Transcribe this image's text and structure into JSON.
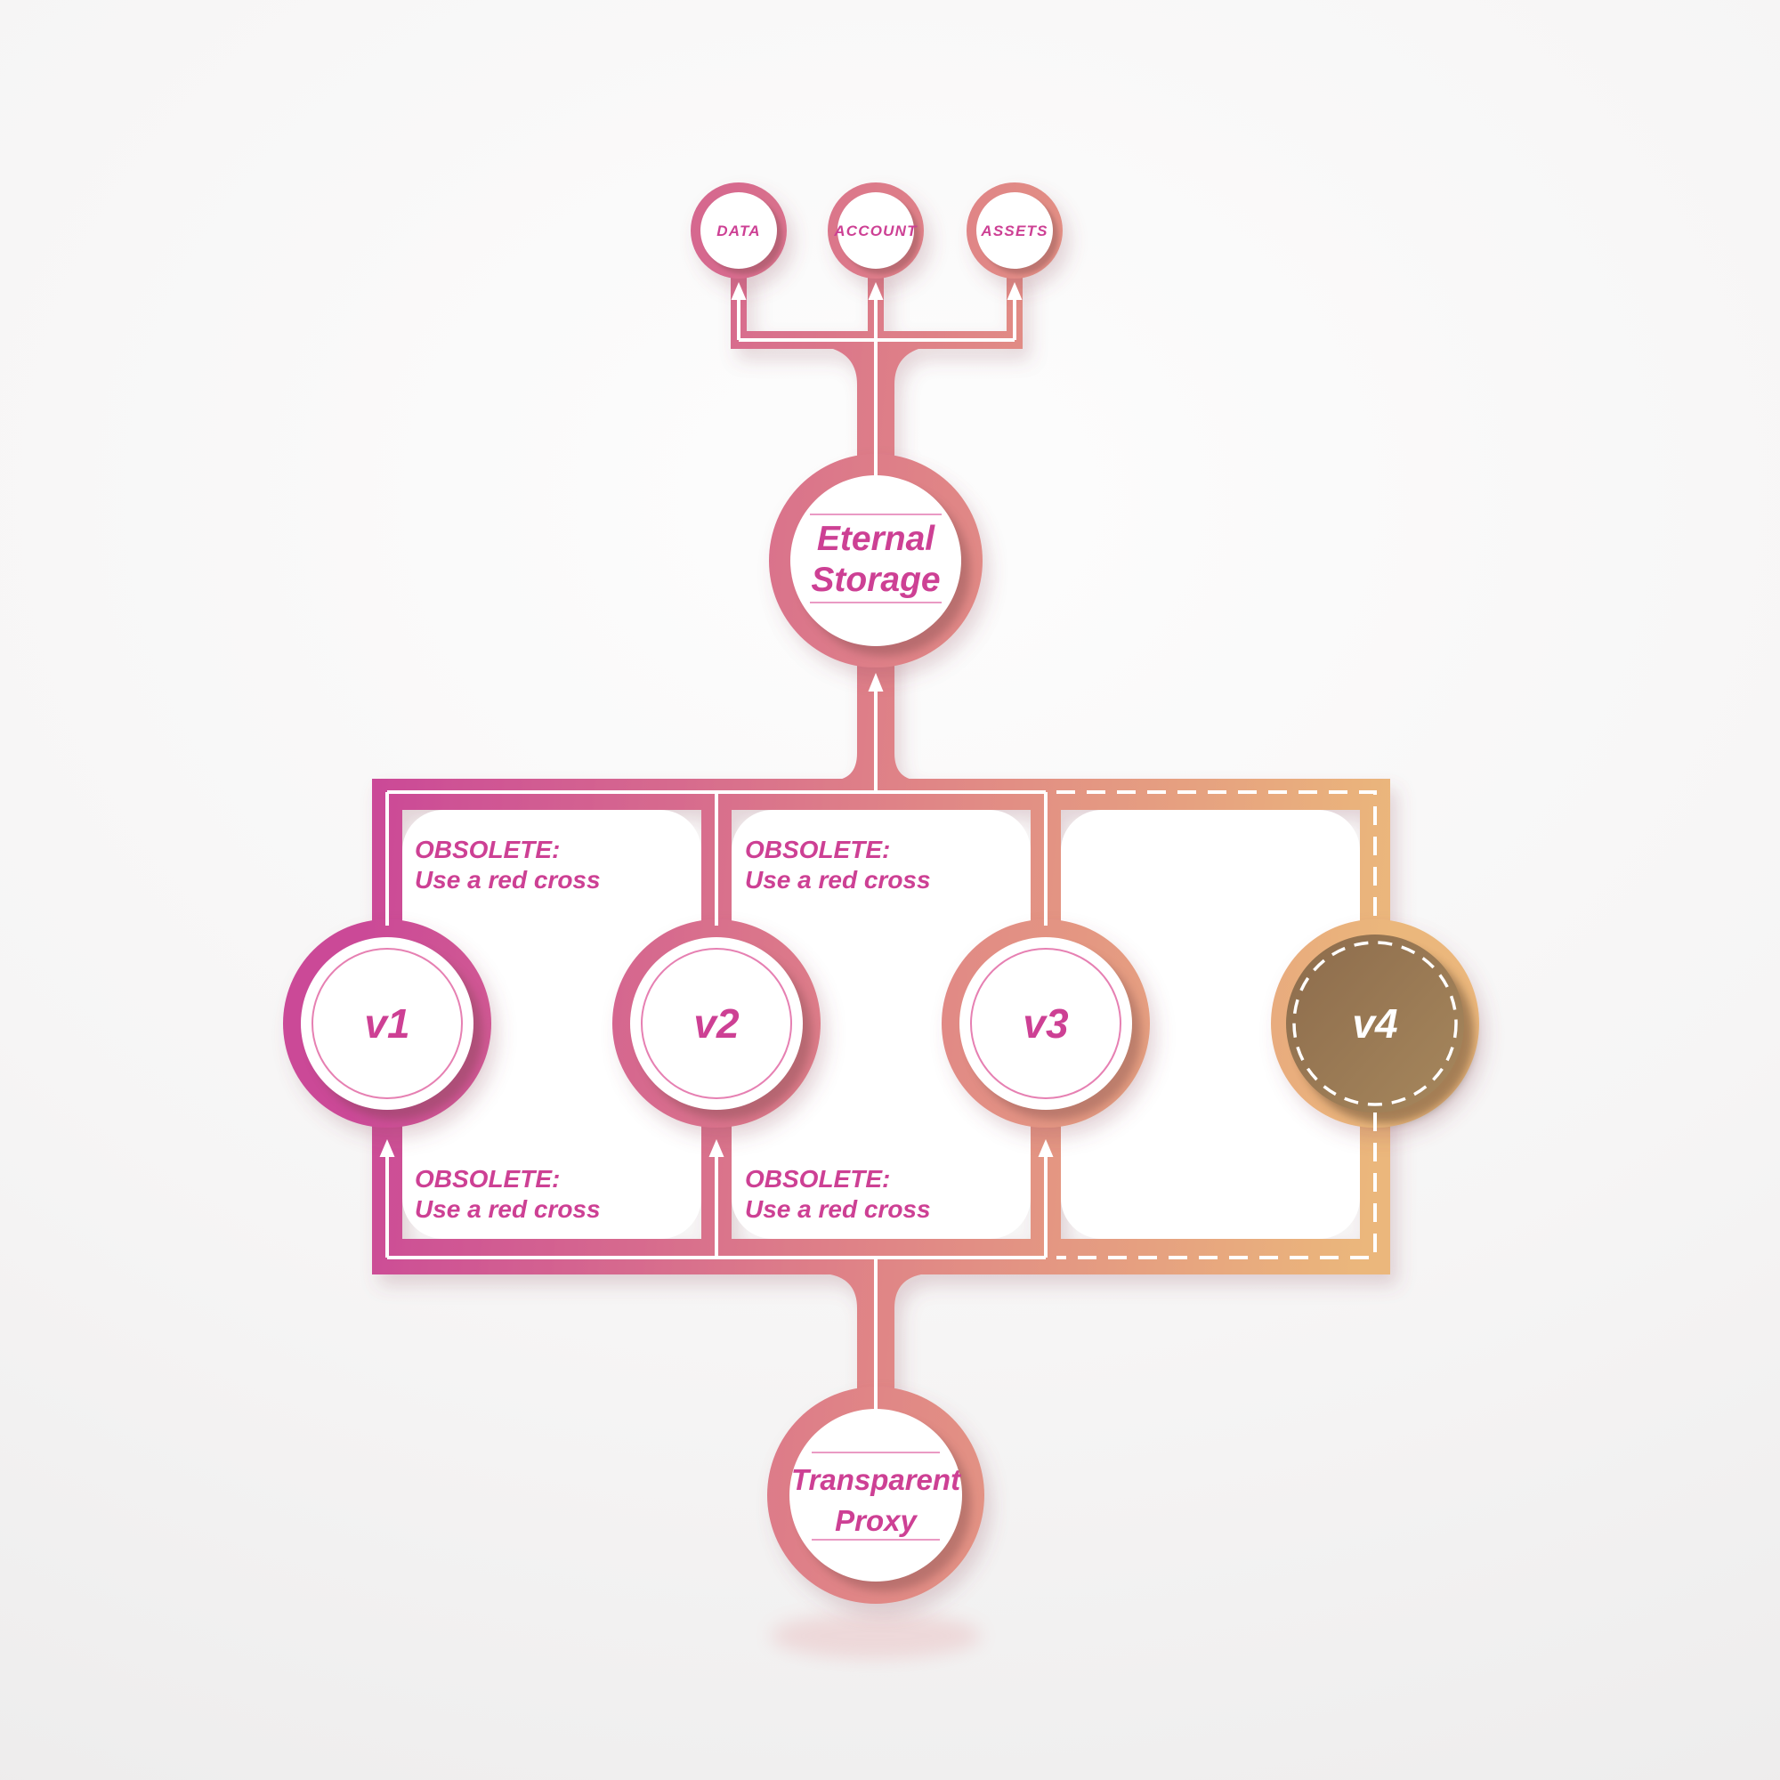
{
  "diagram": {
    "top_nodes": [
      {
        "label": "DATA"
      },
      {
        "label": "ACCOUNT"
      },
      {
        "label": "ASSETS"
      }
    ],
    "eternal_storage": {
      "line1": "Eternal",
      "line2": "Storage"
    },
    "versions": [
      {
        "label": "v1"
      },
      {
        "label": "v2"
      },
      {
        "label": "v3"
      },
      {
        "label": "v4"
      }
    ],
    "obsolete_note": {
      "line1": "OBSOLETE:",
      "line2": "Use a red cross"
    },
    "transparent_proxy": {
      "line1": "Transparent",
      "line2": "Proxy"
    },
    "colors": {
      "gradient_start": "#cb4a97",
      "gradient_mid": "#df8287",
      "gradient_end": "#ebb77b",
      "accent_text": "#cd4094",
      "v4_fill_dark": "#8d6c4c",
      "v4_fill_light": "#a7885d",
      "connector": "#ffffff",
      "thin_rule": "#ea9ac4",
      "thin_circle": "#e26aa5"
    }
  }
}
